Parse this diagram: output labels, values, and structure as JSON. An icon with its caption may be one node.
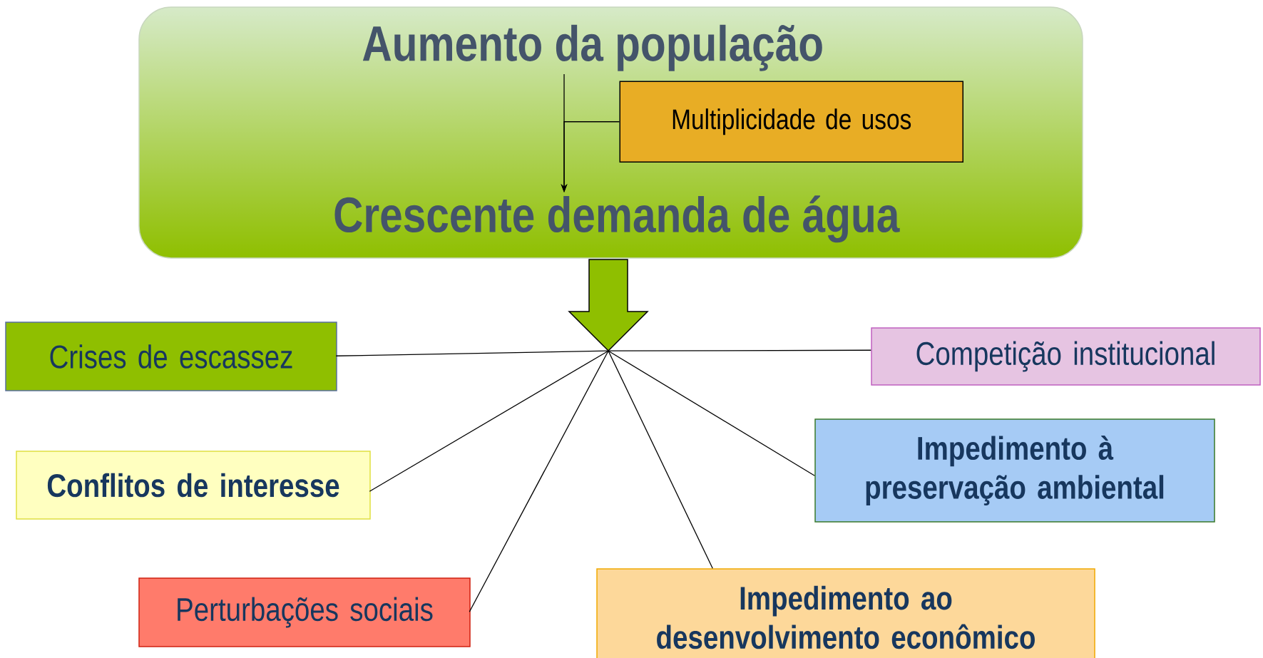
{
  "diagram": {
    "nodes": [
      {
        "text": [],
        "shape": "box"
      },
      {
        "text": [
          "Aumento da população"
        ],
        "in": 0
      },
      {
        "text": [
          "Multiplicidade de usos"
        ],
        "in": 0
      },
      {
        "text": [
          "Crescente demanda de água"
        ],
        "in": 0
      },
      {
        "text": [],
        "shape": "arrow"
      },
      {
        "text": [
          "Crises de escassez"
        ]
      },
      {
        "text": [
          "Competição institucional"
        ]
      },
      {
        "text": [
          "Conflitos de interesse"
        ]
      },
      {
        "text": [
          "Impedimento à preservação ambiental"
        ]
      },
      {
        "text": [
          "Perturbações sociais"
        ]
      },
      {
        "text": [
          "Impedimento ao desenvolvimento econômico"
        ]
      }
    ],
    "edges": [
      {
        "from": 1,
        "to": 3,
        "arrow": "to"
      },
      {
        "from": 2,
        "to": 3,
        "arrow": "to"
      },
      {
        "from": 4,
        "to": 5,
        "arrow": "none"
      },
      {
        "from": 4,
        "to": 6,
        "arrow": "none"
      },
      {
        "from": 4,
        "to": 7,
        "arrow": "none"
      },
      {
        "from": 4,
        "to": 8,
        "arrow": "none"
      },
      {
        "from": 4,
        "to": 9,
        "arrow": "none"
      },
      {
        "from": 4,
        "to": 10,
        "arrow": "none"
      }
    ]
  }
}
